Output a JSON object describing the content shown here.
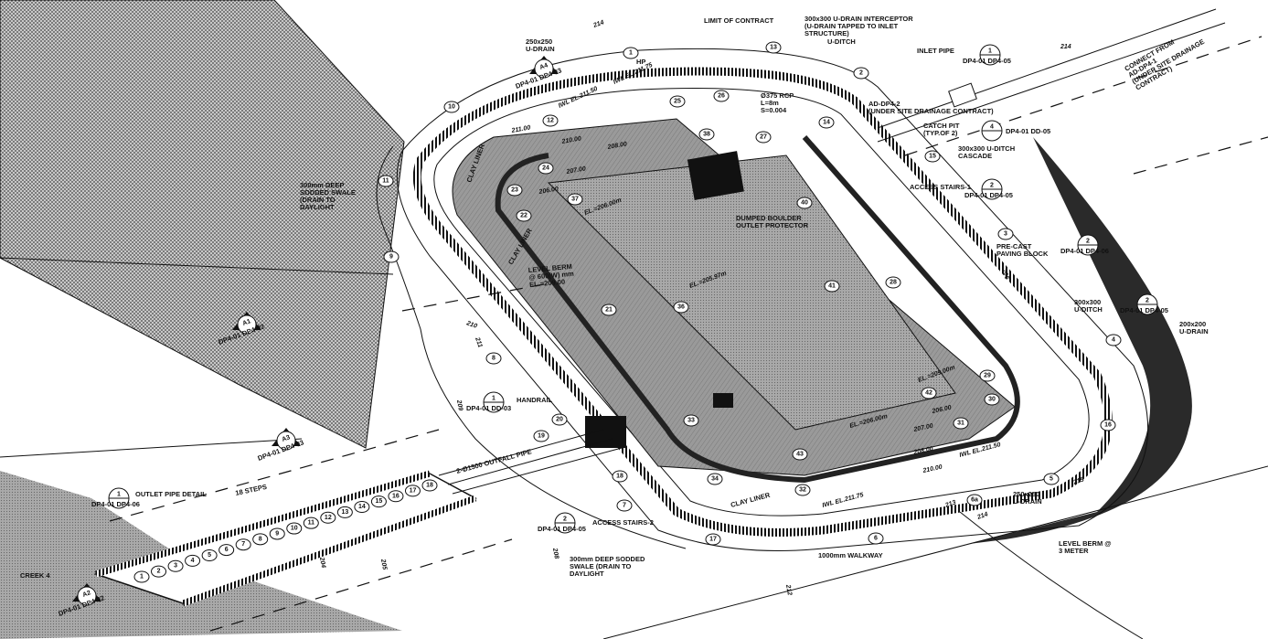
{
  "drawing": {
    "title_notes": {
      "limit_of_contract": "LIMIT OF CONTRACT",
      "interceptor": [
        "300x300 U-DRAIN INTERCEPTOR",
        "(U-DRAIN TAPPED TO INLET",
        "STRUCTURE)"
      ],
      "u_ditch": "U-DITCH",
      "u_drain_250_top": [
        "250x250",
        "U-DRAIN"
      ],
      "hp": "HP",
      "inlet_pipe": "INLET PIPE",
      "connect": [
        "CONNECT FROM",
        "AD-DP4-1",
        "(UNDER SITE DRAINAGE",
        "CONTRACT)"
      ],
      "rcp": [
        "Ø375 RCP",
        "L=8m",
        "S=0.004"
      ],
      "ad_dp4_2": [
        "AD-DP4-2",
        "(UNDER SITE DRAINAGE CONTRACT)"
      ],
      "catch_pit": [
        "CATCH PIT",
        "(TYP.OF 2)"
      ],
      "u_ditch_cascade": [
        "300x300 U-DITCH",
        "CASCADE"
      ],
      "access_stairs_1": "ACCESS STAIRS-1",
      "precast": [
        "PRE-CAST",
        "PAVING BLOCK"
      ],
      "u_ditch_300": [
        "300x300",
        "U-DITCH"
      ],
      "u_drain_200": [
        "200x200",
        "U-DRAIN"
      ],
      "u_drain_250_bottom": [
        "250x250",
        "U-DRAIN"
      ],
      "level_berm_3m": [
        "LEVEL BERM @",
        "3 METER"
      ],
      "walkway": "1000mm WALKWAY",
      "swale_bottom": [
        "300mm DEEP SODDED",
        "SWALE (DRAIN TO",
        "DAYLIGHT"
      ],
      "access_stairs_2": "ACCESS STAIRS-2",
      "outlet_pipe_detail": "OUTLET PIPE DETAIL",
      "steps_18": "18 STEPS",
      "outfall_pipe": "2-Ø1500 OUTFALL PIPE",
      "handrail": "HANDRAIL",
      "creek": "CREEK 4",
      "swale_left": [
        "300mm DEEP",
        "SODDED SWALE",
        "(DRAIN TO",
        "DAYLIGHT"
      ],
      "boulder": [
        "DUMPED BOULDER",
        "OUTLET PROTECTOR"
      ],
      "clay_liner": "CLAY LINER",
      "level_berm_600": [
        "LEVEL BERM",
        "@ 600(W) mm",
        "EL.=209.00"
      ]
    },
    "detail_refs": [
      {
        "num": "1",
        "sheet": "DP4-01 DP4-05"
      },
      {
        "num": "4",
        "sheet": "DP4-01 DD-05"
      },
      {
        "num": "2",
        "sheet": "DP4-01 DP4-05"
      },
      {
        "num": "2",
        "sheet": "DP4-01 DP4-06"
      },
      {
        "num": "2",
        "sheet": "DP4-01 DP4-05"
      },
      {
        "num": "2",
        "sheet": "DP4-01 DP4-05"
      },
      {
        "num": "1",
        "sheet": "DP4-01 DP4-06"
      },
      {
        "num": "1",
        "sheet": "DP4-01 DD-03"
      }
    ],
    "sections": [
      {
        "id": "A4",
        "sheet": "DP4-01 DP4-03"
      },
      {
        "id": "A1",
        "sheet": "DP4-01 DP4-02"
      },
      {
        "id": "A3",
        "sheet": "DP4-01 DP4-03"
      },
      {
        "id": "A2",
        "sheet": "DP4-01 DP4-02"
      }
    ],
    "elevations": {
      "e211_top": "211.00",
      "e210_top": "210.00",
      "e208_top": "208.00",
      "e207_top": "207.00",
      "e206_top": "206.00",
      "el_206": "EL.=206.00m",
      "el_205": "EL.=205.97m",
      "el_206b": "EL.=206.00m",
      "el_209": "EL.=209.00m",
      "e206_bot": "206.00",
      "e207_bot": "207.00",
      "e208_bot": "208.00",
      "e210_bot": "210.00",
      "iwl_1150_top": "IWL EL.211.50",
      "iwl_1175_top": "IWL EL.211.75",
      "iwl_1150_bot": "IWL EL.211.50",
      "iwl_1175_bot": "IWL EL.211.75",
      "c214_a": "214",
      "c214_b": "214",
      "c213": "213",
      "c214_c": "214",
      "c215": "215",
      "c210": "210",
      "c211": "211",
      "c209": "209",
      "c208": "208",
      "c206": "206",
      "c204": "204",
      "c205": "205",
      "c212": "212"
    },
    "callouts": [
      "1",
      "2",
      "3",
      "4",
      "5",
      "6",
      "7",
      "8",
      "9",
      "10",
      "11",
      "12",
      "13",
      "14",
      "15",
      "16",
      "17",
      "18",
      "19",
      "20",
      "21",
      "22",
      "23",
      "24",
      "25",
      "26",
      "27",
      "28",
      "29",
      "30",
      "31",
      "32",
      "33",
      "34",
      "36",
      "37",
      "38",
      "40",
      "41",
      "42",
      "43",
      "6a"
    ],
    "steps": [
      "1",
      "2",
      "3",
      "4",
      "5",
      "6",
      "7",
      "8",
      "9",
      "10",
      "11",
      "12",
      "13",
      "14",
      "15",
      "16",
      "17",
      "18"
    ],
    "colors": {
      "ink": "#111111",
      "fill_gray": "#8e8e8e",
      "hatch_gray": "#a8a8a8",
      "paper": "#ffffff"
    }
  }
}
